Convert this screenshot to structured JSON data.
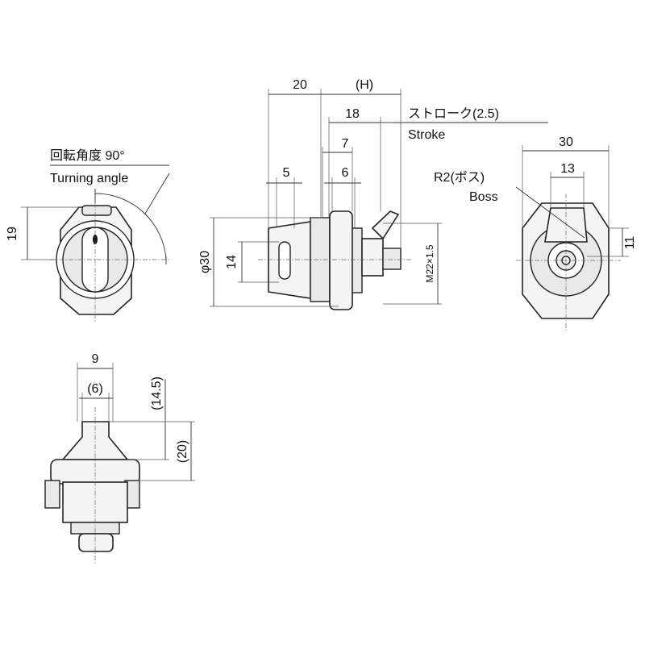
{
  "labels": {
    "front_height": "19",
    "turning_angle_jp": "回転角度 90°",
    "turning_angle_en": "Turning angle",
    "side_len_20": "20",
    "side_len_h": "(H)",
    "side_len_18": "18",
    "stroke_jp": "ストローク(2.5)",
    "stroke_en": "Stroke",
    "side_len_7": "7",
    "side_len_5": "5",
    "side_len_6": "6",
    "side_dia_30": "φ30",
    "side_len_14": "14",
    "thread": "M22×1.5",
    "back_width_30": "30",
    "back_width_13": "13",
    "boss_jp": "R2(ボス)",
    "boss_en": "Boss",
    "back_height_11": "11",
    "bottom_width_9": "9",
    "bottom_width_6": "(6)",
    "bottom_height_145": "(14.5)",
    "bottom_height_20": "(20)"
  }
}
